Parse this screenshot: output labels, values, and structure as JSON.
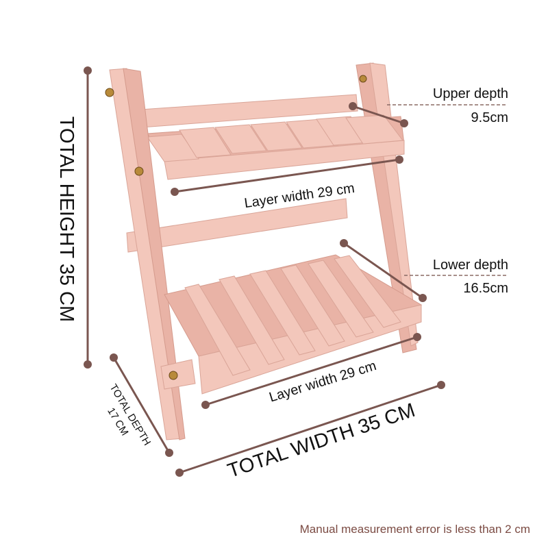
{
  "labels": {
    "total_height": "TOTAL HEIGHT 35 CM",
    "total_width": "TOTAL WIDTH 35 CM",
    "total_depth_line1": "TOTAL DEPTH",
    "total_depth_line2": "17 CM",
    "upper_layer_width": "Layer width 29 cm",
    "lower_layer_width": "Layer width 29 cm",
    "upper_depth_title": "Upper depth",
    "upper_depth_value": "9.5cm",
    "lower_depth_title": "Lower depth",
    "lower_depth_value": "16.5cm"
  },
  "footer_note": "Manual measurement error is less than 2 cm",
  "colors": {
    "dimension_line": "#7a5650",
    "wood": "#f3c7bb",
    "note": "#7b4b43"
  }
}
